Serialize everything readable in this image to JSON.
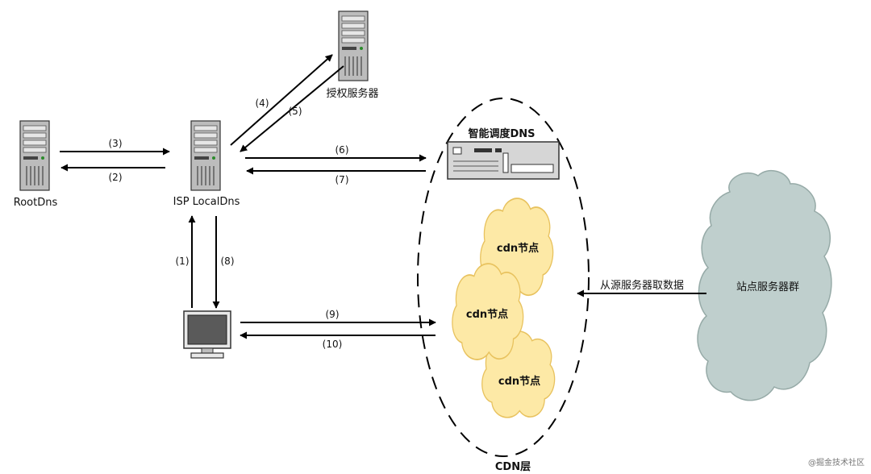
{
  "nodes": {
    "root_dns": "RootDns",
    "isp_local_dns": "ISP LocalDns",
    "auth_server": "授权服务器",
    "smart_dns": "智能调度DNS",
    "cdn_node_1": "cdn节点",
    "cdn_node_2": "cdn节点",
    "cdn_node_3": "cdn节点",
    "site_servers": "站点服务器群",
    "cdn_layer": "CDN层"
  },
  "edges": {
    "e1": "(1)",
    "e2": "(2)",
    "e3": "(3)",
    "e4": "(4)",
    "e5": "(5)",
    "e6": "(6)",
    "e7": "(7)",
    "e8": "(8)",
    "e9": "(9)",
    "e10": "(10)",
    "origin_fetch": "从源服务器取数据"
  },
  "watermark": "@掘金技术社区",
  "colors": {
    "cloud_fill": "#fde9a6",
    "cloud_stroke": "#e8c25e",
    "site_cloud_fill": "#bfcfcd",
    "site_cloud_stroke": "#96aaa7",
    "cdn_layer_label": "#e02020"
  }
}
